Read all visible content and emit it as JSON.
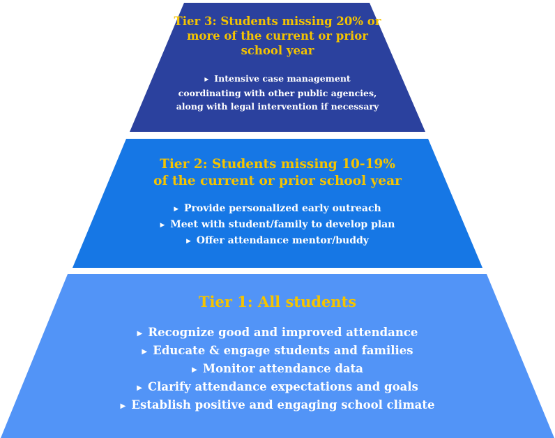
{
  "colors": {
    "tier1_fill": "#5294f7",
    "tier2_fill": "#1677e5",
    "tier3_fill": "#2b419e",
    "title_text": "#f5c400",
    "bullet_text": "#ffffff"
  },
  "bullet_icon": "triangle-right-icon",
  "tiers": [
    {
      "title": "Tier 3: Students missing 20% or more of the current or prior school year",
      "bullets": [
        "Intensive case management coordinating with other public agencies, along with legal intervention if necessary"
      ]
    },
    {
      "title": "Tier 2: Students missing 10-19% of the current or prior school year",
      "bullets": [
        "Provide personalized early outreach",
        "Meet with student/family to develop plan",
        "Offer attendance mentor/buddy"
      ]
    },
    {
      "title": "Tier 1: All students",
      "bullets": [
        "Recognize good and improved attendance",
        "Educate & engage students and families",
        "Monitor attendance data",
        "Clarify attendance expectations and goals",
        "Establish positive and engaging school climate"
      ]
    }
  ]
}
